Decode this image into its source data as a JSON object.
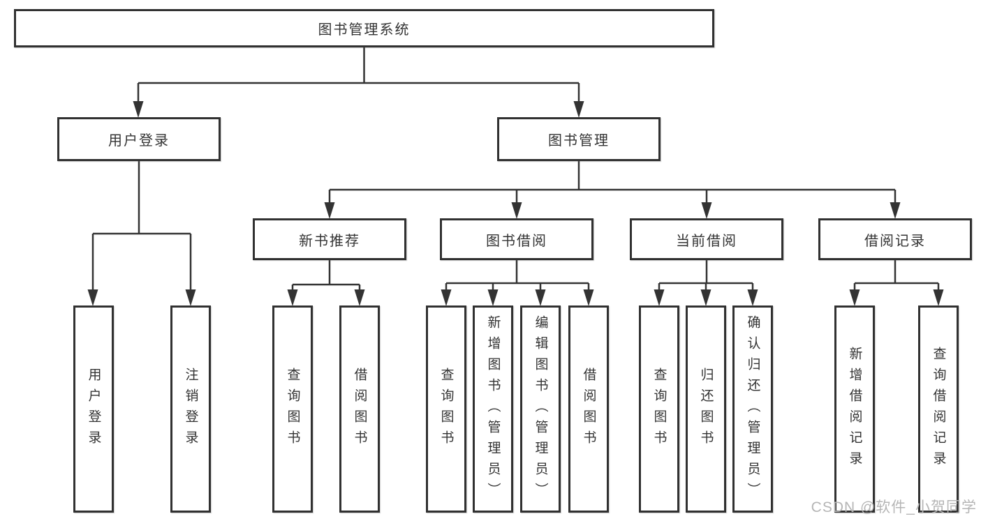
{
  "title": "图书管理系统",
  "watermark": {
    "text": "CSDN @软件_小贺同学"
  },
  "colors": {
    "line": "#333333",
    "box_border": "#313131",
    "box_background": "#ffffff",
    "text": "#333333",
    "watermark": "#b5b5b5",
    "page_background": "#ffffff"
  },
  "tree": {
    "label": "图书管理系统",
    "children": [
      {
        "label": "用户登录",
        "children": [
          {
            "label": "用户登录"
          },
          {
            "label": "注销登录"
          }
        ]
      },
      {
        "label": "图书管理",
        "children": [
          {
            "label": "新书推荐",
            "children": [
              {
                "label": "查询图书"
              },
              {
                "label": "借阅图书"
              }
            ]
          },
          {
            "label": "图书借阅",
            "children": [
              {
                "label": "查询图书"
              },
              {
                "label": "新增图书（管理员）"
              },
              {
                "label": "编辑图书（管理员）"
              },
              {
                "label": "借阅图书"
              }
            ]
          },
          {
            "label": "当前借阅",
            "children": [
              {
                "label": "查询图书"
              },
              {
                "label": "归还图书"
              },
              {
                "label": "确认归还（管理员）"
              }
            ]
          },
          {
            "label": "借阅记录",
            "children": [
              {
                "label": "新增借阅记录"
              },
              {
                "label": "查询借阅记录"
              }
            ]
          }
        ]
      }
    ]
  }
}
